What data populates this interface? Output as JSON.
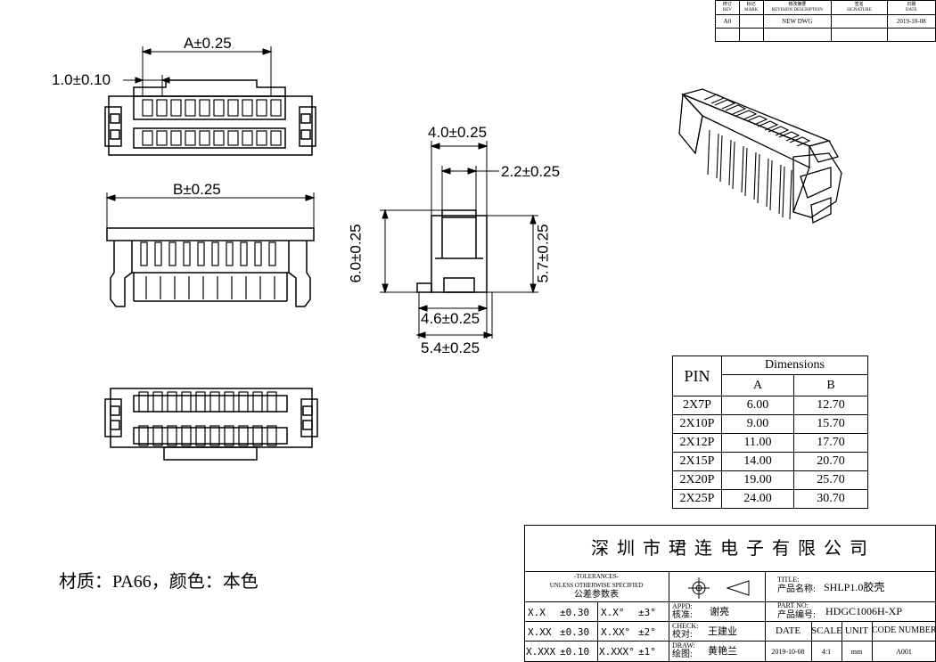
{
  "revision_block": {
    "headers": [
      {
        "cn": "修订",
        "en": "REV"
      },
      {
        "cn": "标记",
        "en": "MARK"
      },
      {
        "cn": "修改摘要",
        "en": "REVISION DESCRIPTION"
      },
      {
        "cn": "签名",
        "en": "SIGNATURE"
      },
      {
        "cn": "日期",
        "en": "DATE"
      }
    ],
    "row": {
      "rev": "A0",
      "mark": "",
      "description": "NEW DWG",
      "signature": "",
      "date": "2019-10-08"
    }
  },
  "dimensions": {
    "a": "A±0.25",
    "pitch": "1.0±0.10",
    "b": "B±0.25",
    "w40": "4.0±0.25",
    "w22": "2.2±0.25",
    "h60": "6.0±0.25",
    "h57": "5.7±0.25",
    "w46": "4.6±0.25",
    "w54": "5.4±0.25"
  },
  "dim_table": {
    "pin_header": "PIN",
    "dimensions_header": "Dimensions",
    "col_a": "A",
    "col_b": "B",
    "rows": [
      {
        "pin": "2X7P",
        "a": "6.00",
        "b": "12.70"
      },
      {
        "pin": "2X10P",
        "a": "9.00",
        "b": "15.70"
      },
      {
        "pin": "2X12P",
        "a": "11.00",
        "b": "17.70"
      },
      {
        "pin": "2X15P",
        "a": "14.00",
        "b": "20.70"
      },
      {
        "pin": "2X20P",
        "a": "19.00",
        "b": "25.70"
      },
      {
        "pin": "2X25P",
        "a": "24.00",
        "b": "30.70"
      }
    ]
  },
  "material_note": "材质：PA66，颜色：本色",
  "title_block": {
    "company": "深 圳 市 珺 连 电 子 有 限 公 司",
    "tolerances_title": "-TOLERANCES-",
    "tolerances_sub": "UNLESS OTHERWISE SPECIFIED",
    "tolerances_cn": "公差参数表",
    "tol": [
      {
        "k1": "X.X",
        "v1": "±0.30",
        "k2": "X.X°",
        "v2": "±3°"
      },
      {
        "k1": "X.XX",
        "v1": "±0.30",
        "k2": "X.XX°",
        "v2": "±2°"
      },
      {
        "k1": "X.XXX",
        "v1": "±0.10",
        "k2": "X.XXX°",
        "v2": "±1°"
      }
    ],
    "title_label_en": "TITLE:",
    "title_label_cn": "产品名称:",
    "title_value": "SHLP1.0胶壳",
    "partno_label_en": "PART NO:",
    "partno_label_cn": "产品编号:",
    "partno_value": "HDGC1006H-XP",
    "appd_label_en": "APPD:",
    "appd_label_cn": "核准:",
    "appd_value": "谢亮",
    "check_label_en": "CHECK:",
    "check_label_cn": "校对:",
    "check_value": "王建业",
    "draw_label_en": "DRAW:",
    "draw_label_cn": "绘图:",
    "draw_value": "黄艳兰",
    "date_header": "DATE",
    "scale_header": "SCALE",
    "unit_header": "UNIT",
    "code_header": "CODE NUMBER",
    "date_value": "2019-10-08",
    "scale_value": "4:1",
    "unit_value": "mm",
    "code_value": "A001"
  }
}
